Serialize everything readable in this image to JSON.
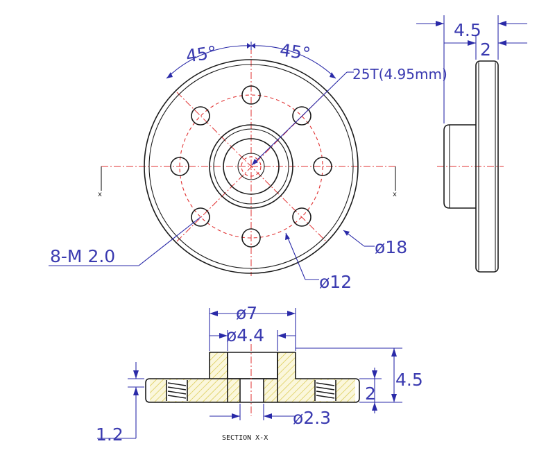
{
  "top_view": {
    "angle_left": "45°",
    "angle_right": "45°",
    "spline_callout": "25T(4.95mm)",
    "hole_callout": "8-M 2.0",
    "outer_diameter": "ø18",
    "pitch_diameter": "ø12",
    "section_marker_left": "x",
    "section_marker_right": "x"
  },
  "side_view": {
    "overall_thickness": "4.5",
    "flange_thickness": "2"
  },
  "section_view": {
    "hub_diameter": "ø7",
    "bore_diameter": "ø4.4",
    "hub_height": "4.5",
    "flange_height": "2",
    "flange_offset": "1.2",
    "through_bore": "ø2.3",
    "caption": "SECTION X-X"
  },
  "colors": {
    "dimension": "#2a2aa8",
    "centerline": "#e03030",
    "outline": "#1a1a1a",
    "hatch": "#d8c84a"
  }
}
